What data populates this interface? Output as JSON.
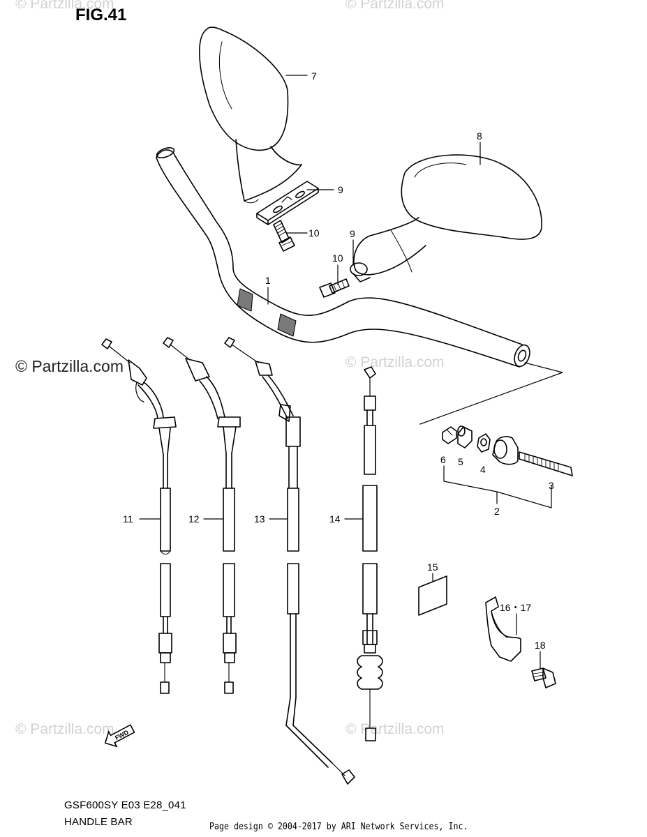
{
  "figure_title": "FIG.41",
  "watermarks": {
    "top_left": "© Partzilla.com",
    "top_right": "© Partzilla.com",
    "middle_left": "© Partzilla.com",
    "middle_right": "© Partzilla.com",
    "bottom_left": "© Partzilla.com",
    "bottom_right": "© Partzilla.com"
  },
  "callouts": {
    "c1": "1",
    "c2": "2",
    "c3": "3",
    "c4": "4",
    "c5": "5",
    "c6": "6",
    "c7": "7",
    "c8": "8",
    "c9a": "9",
    "c9b": "9",
    "c10a": "10",
    "c10b": "10",
    "c11": "11",
    "c12": "12",
    "c13": "13",
    "c14": "14",
    "c15": "15",
    "c16_17": "16・17",
    "c18": "18"
  },
  "fwd_label": "FWD",
  "footer": {
    "model_code": "GSF600SY E03 E28_041",
    "section_name": "HANDLE BAR",
    "credit": "Page design © 2004-2017 by ARI Network Services, Inc."
  }
}
